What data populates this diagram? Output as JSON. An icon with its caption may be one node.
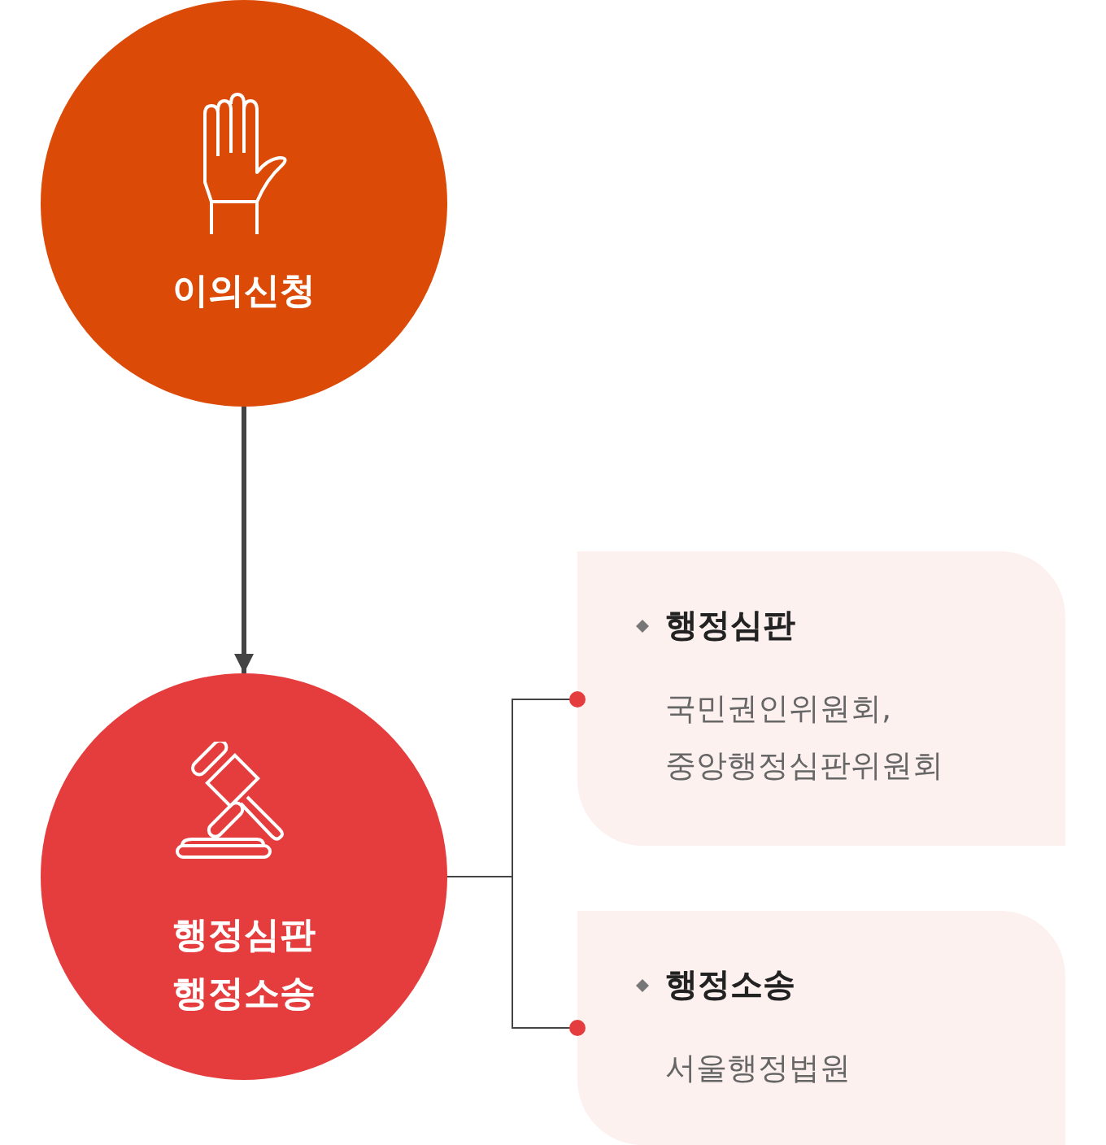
{
  "diagram": {
    "nodes": [
      {
        "text": [
          "이의신청"
        ]
      },
      {
        "text": [
          "행정심판 행정소송"
        ]
      },
      {
        "text": [
          "행정심판",
          "국민권인위원회, 중앙행정심판위원회"
        ]
      },
      {
        "text": [
          "행정소송",
          "서울행정법원"
        ]
      }
    ],
    "edges": [
      {
        "from": 0,
        "to": 1,
        "arrow": "to",
        "style": "thick"
      },
      {
        "from": 1,
        "to": 2,
        "arrow": "other"
      },
      {
        "from": 1,
        "to": 3,
        "arrow": "other"
      }
    ]
  }
}
